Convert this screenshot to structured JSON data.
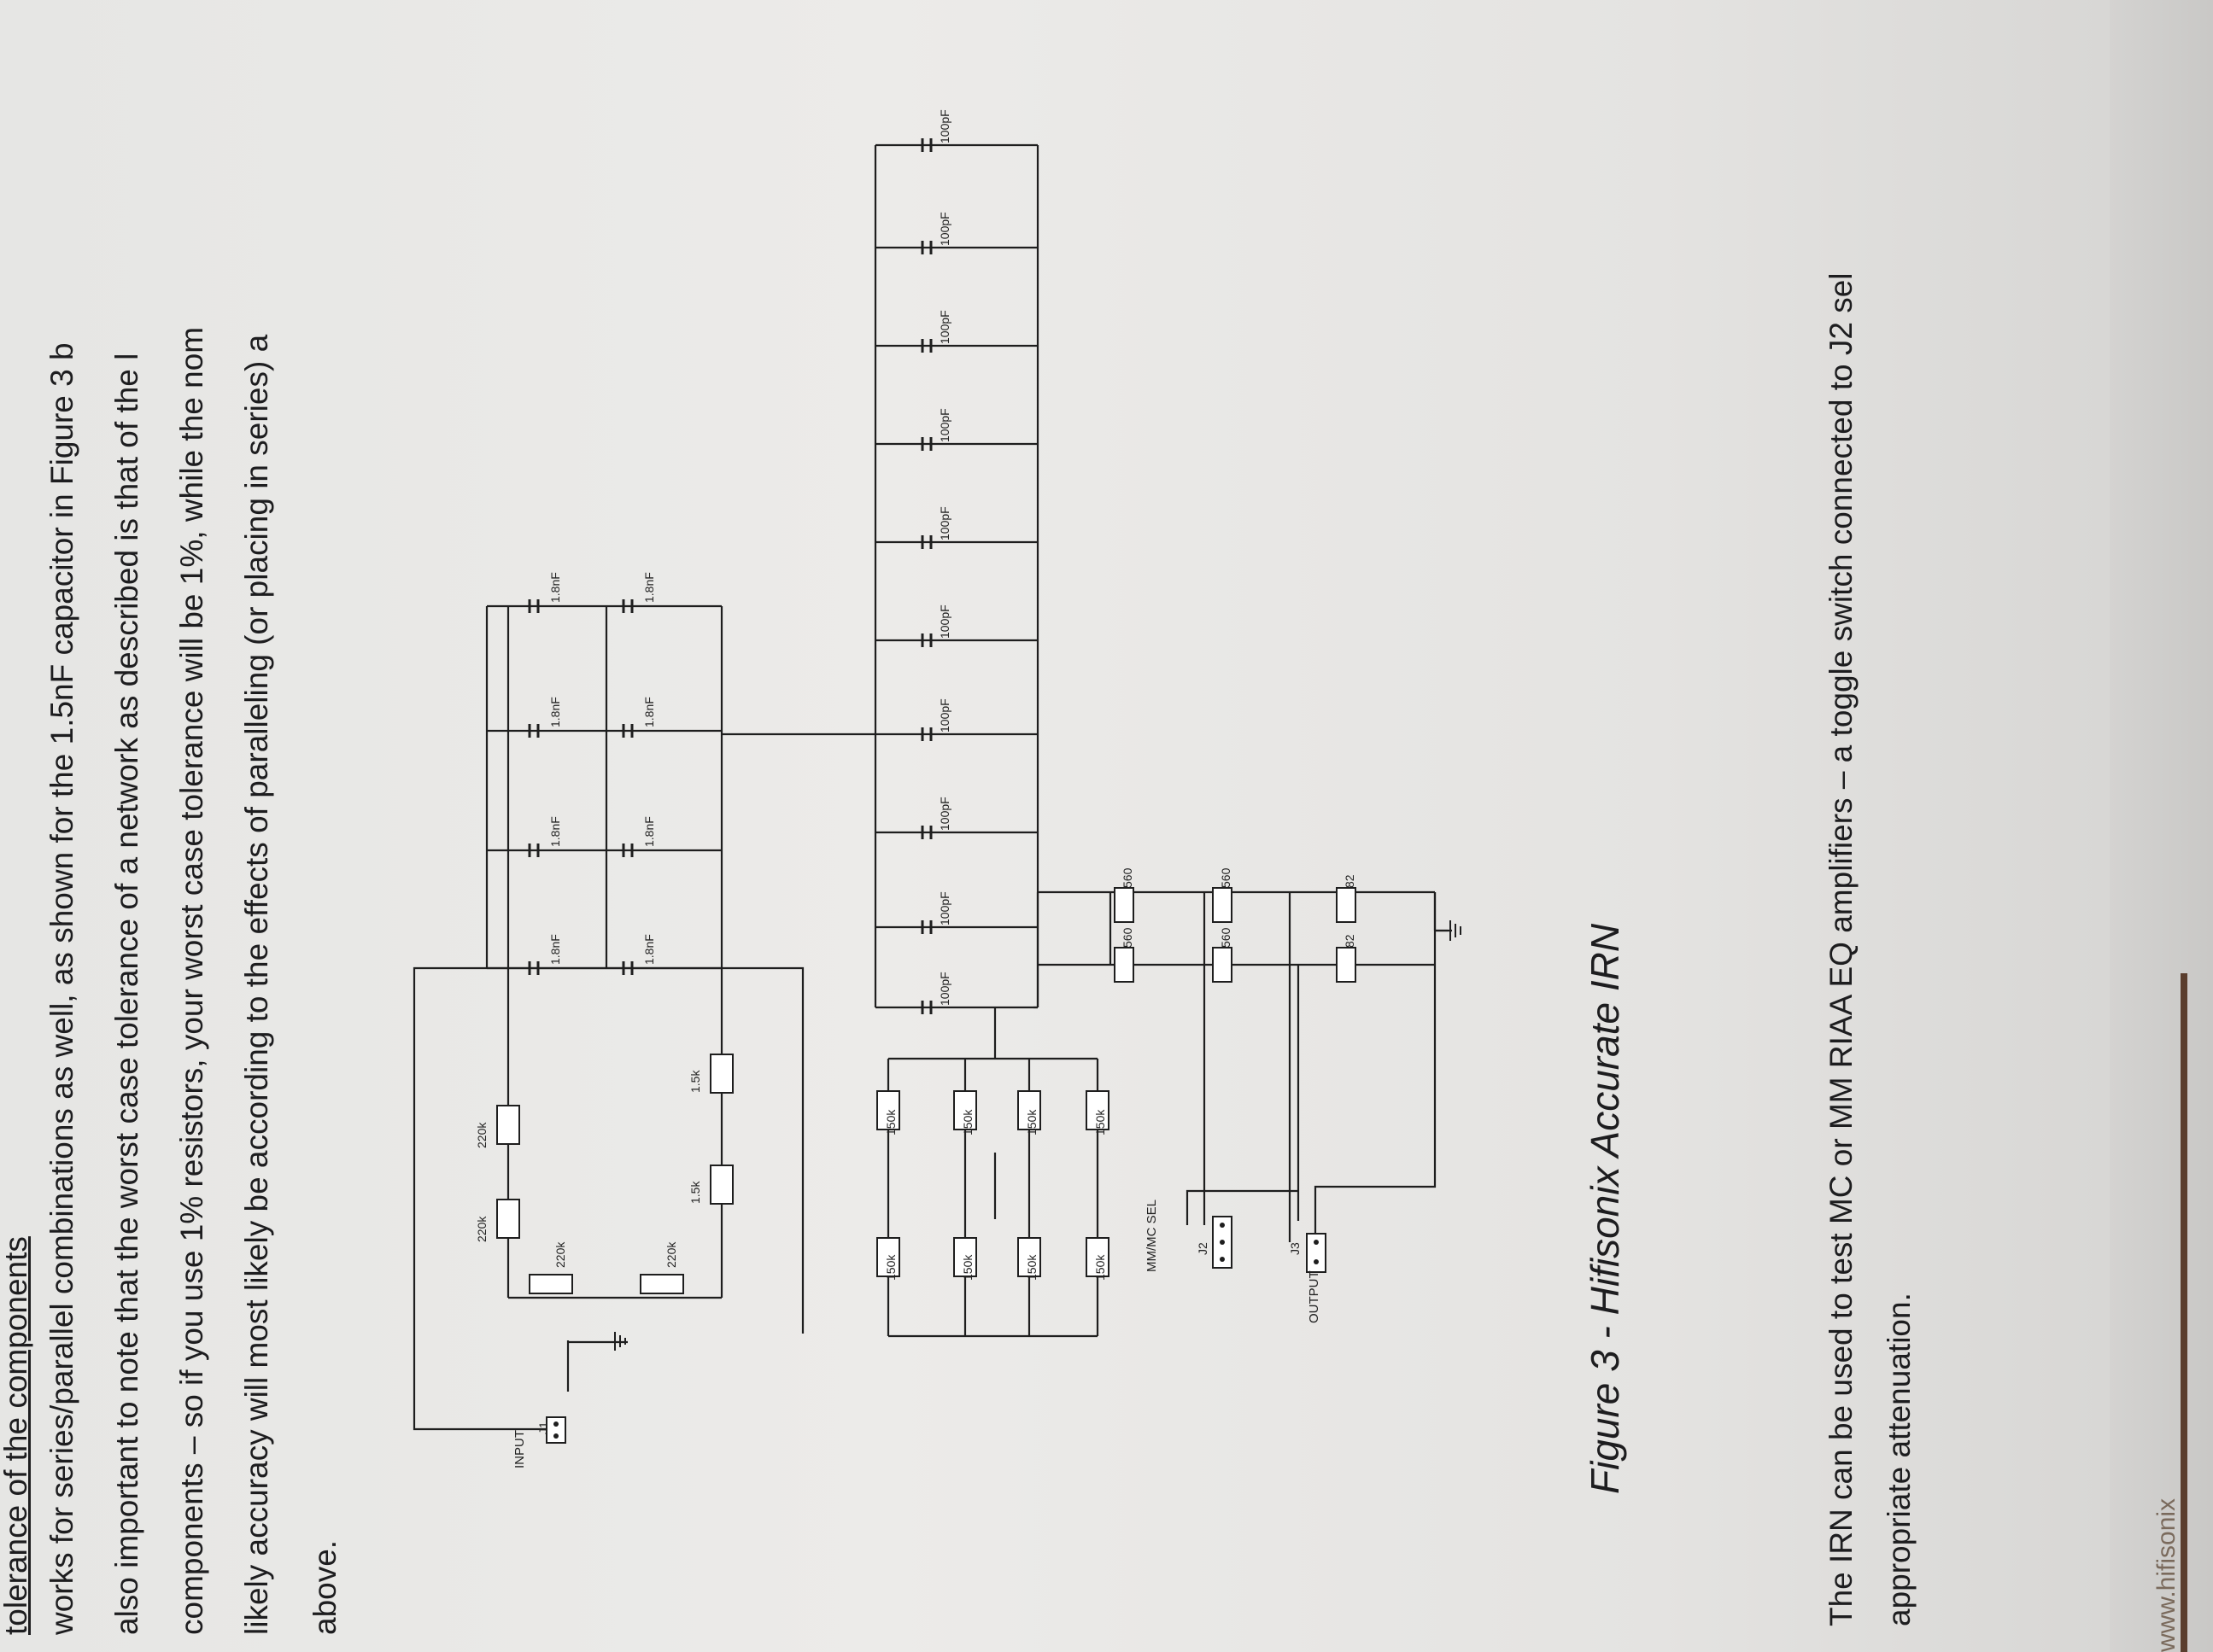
{
  "document": {
    "partial_header": "tolerance of the components",
    "paragraph_lines": [
      "works for series/parallel combinations as well, as shown for the 1.5nF capacitor in Figure 3 b",
      "also important to note that the worst case tolerance of a network as described is that of the l",
      "components – so if you use 1% resistors, your worst case tolerance will be 1%, while the nom",
      "likely accuracy will most likely be according to the effects of paralleling (or placing in series) a",
      "above."
    ],
    "figure_caption": "Figure 3 - Hifisonix Accurate IRN",
    "closing_lines": [
      "The IRN can be used to test MC or MM RIAA EQ amplifiers – a toggle switch connected to J2 sel",
      "appropriate attenuation."
    ],
    "footer_partial": "www.hifisonix"
  },
  "schematic": {
    "connectors": {
      "input": {
        "label": "INPUT",
        "ref": "J1"
      },
      "mm_mc": {
        "label": "MM/MC SEL",
        "ref": "J2"
      },
      "output": {
        "label": "OUTPUT",
        "ref": "J3"
      }
    },
    "components": {
      "R1": "220k",
      "R2": "220k",
      "R3": "220k",
      "R4": "220k",
      "R5": "1.5k",
      "R6": "1.5k",
      "R9": "150k",
      "R10": "150k",
      "R11": "150k",
      "R12": "150k",
      "R13": "150k",
      "R14": "150k",
      "R15": "150k",
      "R16": "150k",
      "R7": "560",
      "R8": "560",
      "R17": "560",
      "R18": "560",
      "R19": "82",
      "R20": "82",
      "C1": "1.8nF",
      "C2": "1.8nF",
      "C3": "1.8nF",
      "C4": "1.8nF",
      "C5": "1.8nF",
      "C6": "1.8nF",
      "C7": "1.8nF",
      "C8": "1.8nF",
      "C9": "100pF",
      "C10": "100pF",
      "C11": "100pF",
      "C12": "100pF",
      "C13": "100pF",
      "C14": "100pF",
      "C15": "100pF",
      "C16": "100pF",
      "C17": "100pF",
      "C18": "100pF"
    }
  }
}
